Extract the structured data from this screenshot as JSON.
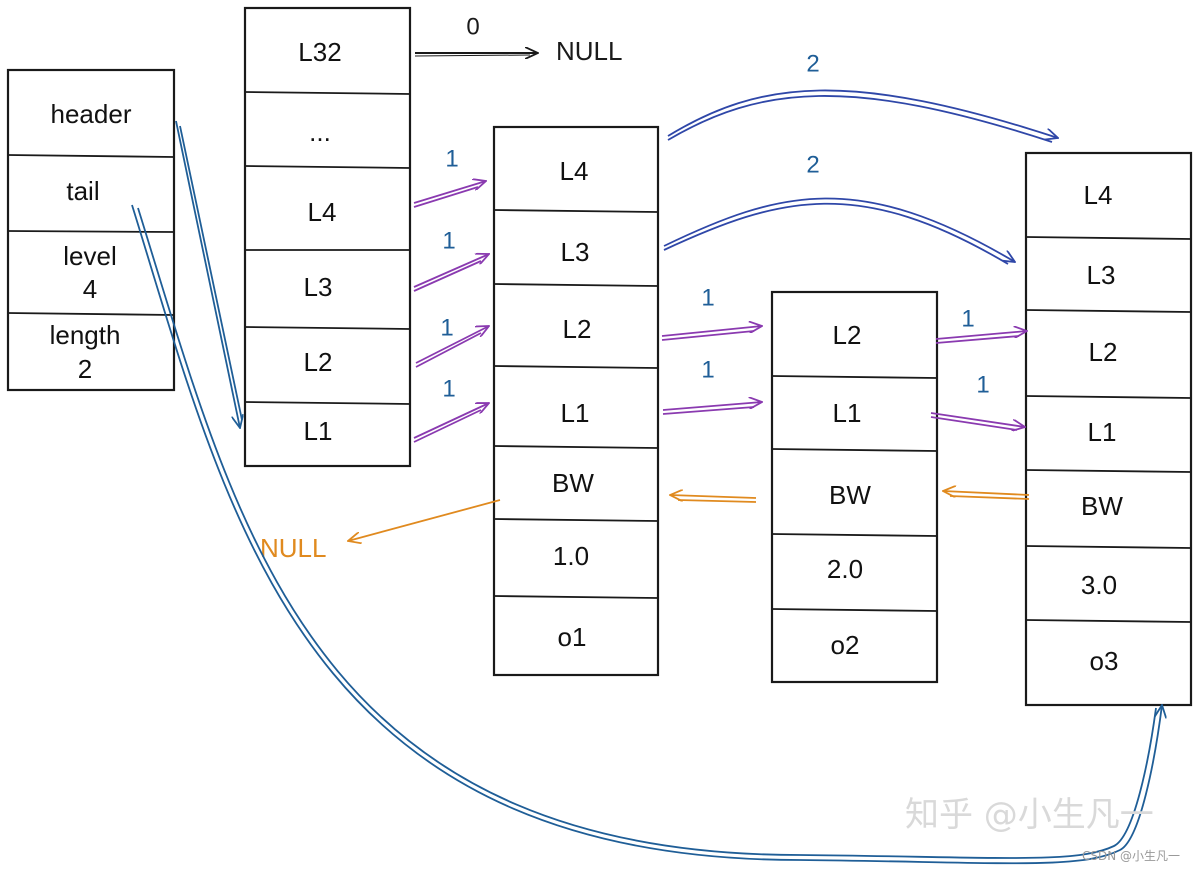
{
  "colors": {
    "black": "#1a1a1a",
    "blue": "#1f5e97",
    "indigo": "#2f47a8",
    "purple": "#8a3ab0",
    "orange": "#e08a1f"
  },
  "zskiplist": {
    "header": "header",
    "tail": "tail",
    "level_label": "level",
    "level_value": "4",
    "length_label": "length",
    "length_value": "2"
  },
  "header_node": {
    "levels": [
      "L32",
      "...",
      "L4",
      "L3",
      "L2",
      "L1"
    ]
  },
  "node_o1": {
    "levels": [
      "L4",
      "L3",
      "L2",
      "L1"
    ],
    "backward": "BW",
    "score": "1.0",
    "obj": "o1"
  },
  "node_o2": {
    "levels": [
      "L2",
      "L1"
    ],
    "backward": "BW",
    "score": "2.0",
    "obj": "o2"
  },
  "node_o3": {
    "levels": [
      "L4",
      "L3",
      "L2",
      "L1"
    ],
    "backward": "BW",
    "score": "3.0",
    "obj": "o3"
  },
  "spans": {
    "l32": "0",
    "h_l4": "1",
    "h_l3": "1",
    "h_l2": "1",
    "h_l1": "1",
    "o1_l4": "2",
    "o1_l3": "2",
    "o1_l2": "1",
    "o1_l1": "1",
    "o2_l2": "1",
    "o2_l1": "1"
  },
  "null_top": "NULL",
  "null_backward": "NULL",
  "watermark": {
    "main": "知乎 @小生凡一",
    "small": "CSDN @小生凡一"
  }
}
